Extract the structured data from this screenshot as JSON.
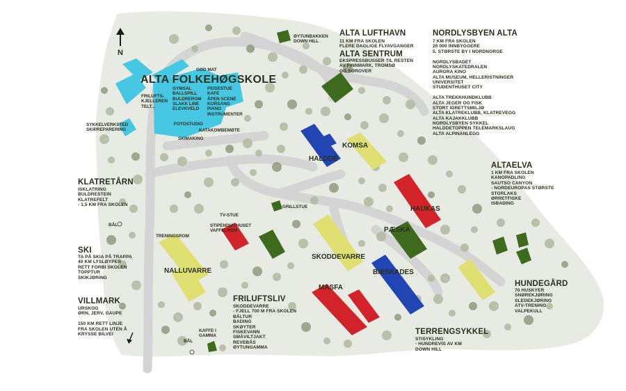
{
  "colors": {
    "background": "#ffffff",
    "ground": "#e8ebe4",
    "road": "#d3d4d3",
    "tree": "#b0b9a0",
    "tree_dark": "#8f9a80",
    "cyan": "#46c8e4",
    "blue": "#2245b4",
    "yellow": "#e0e072",
    "red": "#d2222a",
    "green": "#3e6a1e",
    "text": "#2a2f1c"
  },
  "compass": {
    "label": "N",
    "icon": "north-arrow-icon"
  },
  "alta_folkehogskole": {
    "title": "ALTA FOLKEHØGSKOLE",
    "god_mat": "GOD MAT",
    "friluftskjelleren": "FRILUFTS-\nKJELLEREN\nTELT...",
    "activities_left": "GYMSAL\nBALLSPILL\nBULDREROM\nSLAKK LINE\nELEVKVELD",
    "activities_right": "PEISESTUE\nKAFE\nÅPEN SCENE\nKORSANG\nPIANO\nINSTRUMENTER",
    "fotostudio": "FOTOSTUDIO",
    "katakombemote": "KATAKOMBEMØTE",
    "skimaking": "SKIMAKING"
  },
  "sykkelverksted": "SYKKELVERKSTED\nSKIPREPARERING",
  "oytunbakken": "ØYTUNBAKKEN\nDOWN HILL",
  "alta_lufthavn": {
    "title": "ALTA LUFTHAVN",
    "body": "11 KM FRA SKOLEN\nFLERE DAGLIGE FLYAVGANGER"
  },
  "alta_sentrum": {
    "title": "ALTA SENTRUM",
    "body": "EKSPRESSBUSSER TIL RESTEN\nAV FINNMARK, TROMSØ\nOG SØROVER"
  },
  "nordlysbyen": {
    "title": "NORDLYSBYEN ALTA",
    "body": "7 KM FRA SKOLEN\n20 000 INNBYGGERE\n5. STØRSTE BY I NORDNORGE\n\nNORDLYSBADET\nNORDLYSKATEDRALEN\nAURORA KINO\nALTA MUSEUM, HELLERISTNINGER\nUNIVERSITET\nSTUDENTHUSET CITY\n\nALTA TREKKHUNDKLUBB\nALTA JEGER OG FISK\nSTORT IDRETTSMILJØ\nALTA KLATREKLUBB, KLATREVEGG\nALTA KAJAKKLUBB\nNORDLYSBYEN SYKKEL\nHALDDETOPPEN TELEMARKSLAUG\nALTA ALPINANLEGG"
  },
  "altaelva": {
    "title": "ALTAELVA",
    "body": "1 KM FRA SKOLEN\nKANOPADLING\nSAUTSO CANYON\n- NORDEUROPAS STØRSTE\nSTORLAKS\nØRRETFISKE\nISBADING"
  },
  "hundegard": {
    "title": "HUNDEGÅRD",
    "body": "70 HUSKYER\nSNØREKJØRING\nSLEDEKJØRING\nATV-TRENING\nVALPEKULL"
  },
  "terrengsykkel": {
    "title": "TERRENGSYKKEL",
    "body": "STISYKLING\n- HUNDREVIS AV KM\nDOWN HILL"
  },
  "klatretarn": {
    "title": "KLATRETÅRN",
    "body": "ISKLATRING\nBULDRESTEIN\nKLATREFELT\n- 1,5 KM FRA SKOLEN"
  },
  "ski": {
    "title": "SKI",
    "body": "TA PÅ SKIA PÅ TRAPPA\n40 KM LYSLØYPER\nRETT FORBI SKOLEN\nTOPPTUR\nSKIKJØRING"
  },
  "villmark": {
    "title": "VILLMARK",
    "body": "URSKOG\nØRN, JERV, GAUPE\n\n150 KM RETT LINJE\nFRA SKOLEN UTEN Å\nKRYSSE BILVEI"
  },
  "friluftsliv": {
    "title": "FRILUFTSLIV",
    "body": "SKODDEVARRE\n- FJELL 700 M FRA SKOLEN\nBÅLTUR\nBADING\nSKØYTER\nFISKEVANN\nSMÅVILTJAKT\nREVEBÅS\nØYTUNGAMMA"
  },
  "bal_1": "BÅL",
  "bal_2": "BÅL",
  "kaffe_gamma": "KAFFE I\nGAMMA",
  "grillstue": "GRILLSTUE",
  "tv_stue": "TV-STUE",
  "stipendiathuset": "STIPENDIATHUSET\nVAFFELROM",
  "treningsrom": "TRENINGSROM",
  "buildings": {
    "haldde": "HALDDE",
    "komsa": "KOMSA",
    "haukas": "HAUKAS",
    "paeska": "PÆSKA",
    "skoddevarre": "SKODDEVARRE",
    "baeskades": "BÆSKADES",
    "nalluvarre": "NALLUVARRE",
    "masfa": "MASFA"
  }
}
